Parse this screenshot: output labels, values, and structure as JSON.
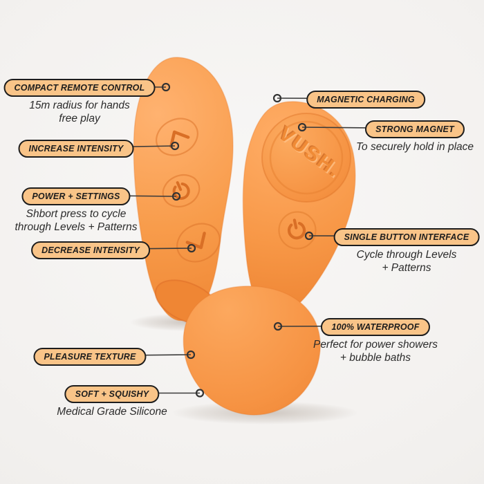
{
  "image": {
    "type": "product-feature-diagram",
    "background_color": "#f1efee"
  },
  "brand": {
    "logo_text": "VUSH."
  },
  "colors": {
    "device_orange": "#F7953F",
    "device_highlight": "#FFB069",
    "device_shadow": "#E2702B",
    "pill_fill": "#F9C488",
    "pill_border": "#1D1D1D",
    "pill_text": "#1D1D1D",
    "subtitle_text": "#2B2B2B",
    "leader_line": "#3A3A3A"
  },
  "icons": {
    "remote_buttons": [
      "chevron-up-icon",
      "power-icon",
      "chevron-down-icon"
    ],
    "device_button": "power-icon",
    "connector": "ring-dot-icon"
  },
  "callouts": {
    "left": [
      {
        "label": "COMPACT REMOTE CONTROL",
        "sub": "15m radius for hands\nfree play"
      },
      {
        "label": "INCREASE INTENSITY",
        "sub": ""
      },
      {
        "label": "POWER + SETTINGS",
        "sub": "Shbort press to cycle\nthrough Levels + Patterns"
      },
      {
        "label": "DECREASE INTENSITY",
        "sub": ""
      },
      {
        "label": "PLEASURE TEXTURE",
        "sub": ""
      },
      {
        "label": "SOFT + SQUISHY",
        "sub": "Medical Grade Silicone"
      }
    ],
    "right": [
      {
        "label": "MAGNETIC CHARGING",
        "sub": ""
      },
      {
        "label": "STRONG MAGNET",
        "sub": "To securely hold in place"
      },
      {
        "label": "SINGLE BUTTON INTERFACE",
        "sub": "Cycle through Levels\n+ Patterns"
      },
      {
        "label": "100% WATERPROOF",
        "sub": "Perfect for power showers\n+ bubble baths"
      }
    ]
  }
}
